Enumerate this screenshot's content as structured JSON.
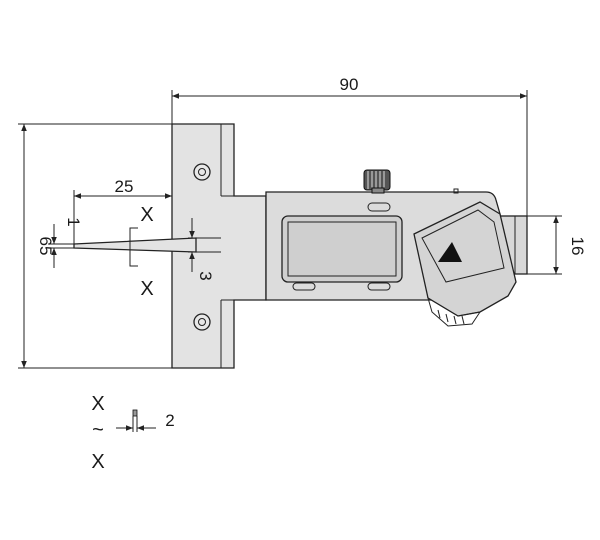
{
  "dimensions": {
    "overall_length": "90",
    "overall_height": "65",
    "probe_length": "25",
    "probe_tip_width": "1",
    "probe_step": "3",
    "beam_height": "16",
    "detail_width": "2"
  },
  "section_markers": {
    "top": "X",
    "bottom": "X",
    "detail_top": "X",
    "detail_bottom": "X",
    "detail_separator": "~"
  },
  "colors": {
    "line": "#222222",
    "base_fill": "#e3e3e3",
    "body_fill": "#dcdcdc",
    "display_fill": "#e8e8e8",
    "accent_dark": "#111111"
  },
  "icons": {
    "mode_button": "triangle-up-icon",
    "thumb_wheel": "knurled-knob-icon"
  }
}
